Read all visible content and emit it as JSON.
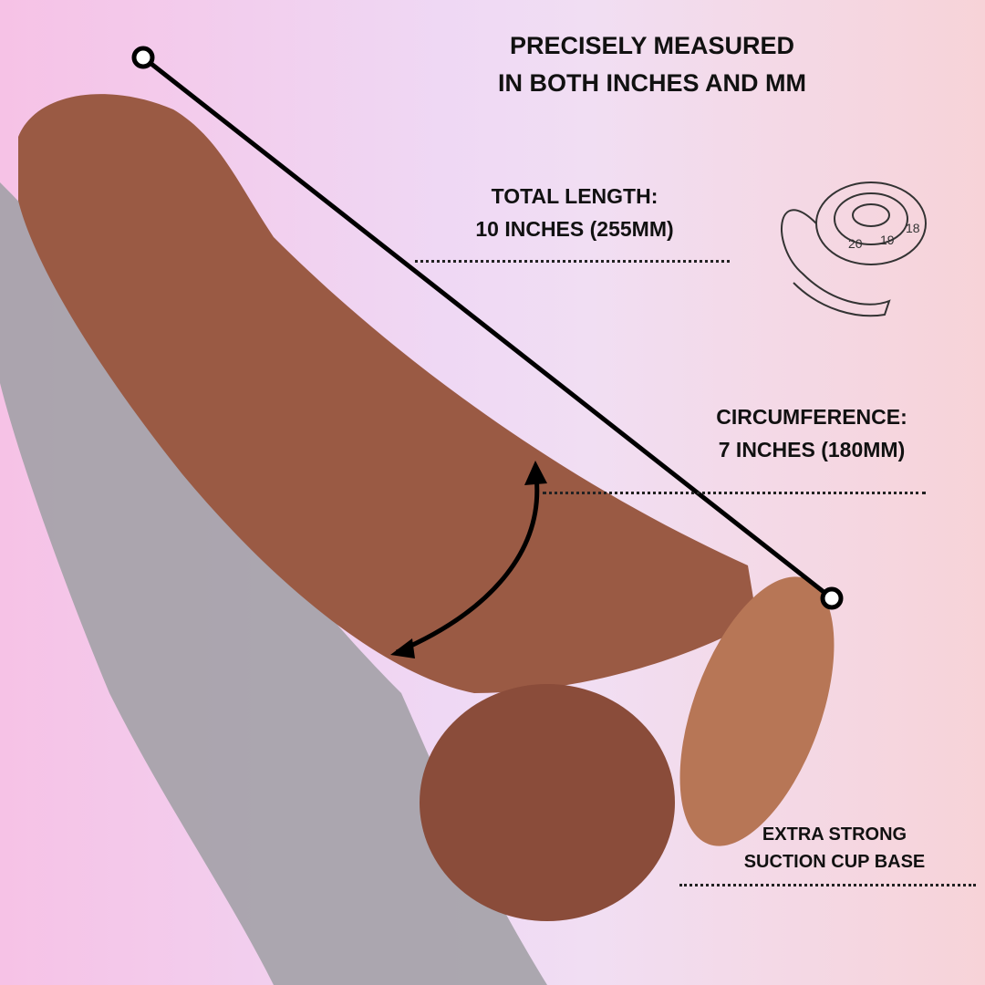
{
  "headline": {
    "line1": "PRECISELY MEASURED",
    "line2": "IN BOTH INCHES AND MM"
  },
  "length": {
    "label": "TOTAL LENGTH:",
    "value": "10 INCHES (255MM)"
  },
  "circumference": {
    "label": "CIRCUMFERENCE:",
    "value": "7 INCHES (180MM)"
  },
  "base": {
    "line1": "EXTRA STRONG",
    "line2": "SUCTION CUP BASE"
  },
  "tape_numbers": [
    "20",
    "19",
    "18"
  ],
  "colors": {
    "product": "#9a5a44",
    "product_dark": "#6e3c2d",
    "hand": "#9c9aa0",
    "ink": "#111111"
  }
}
